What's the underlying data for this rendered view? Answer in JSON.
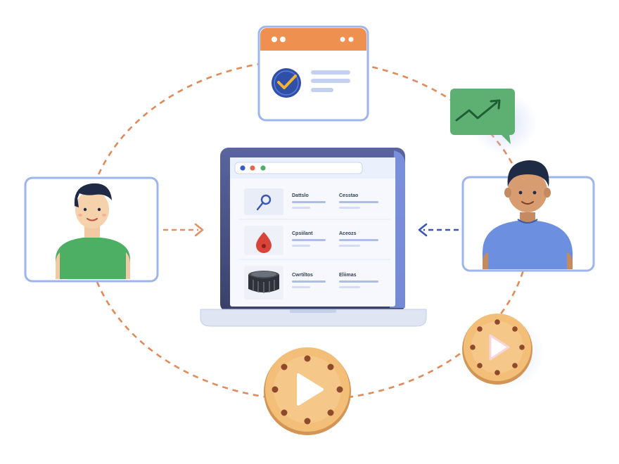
{
  "colors": {
    "cycle_dash": "#e08a5a",
    "frame_blue": "#9db4ec",
    "window_header": "#ee9050",
    "check_badge": "#2f4fa8",
    "check_mark": "#f2b630",
    "chat_green": "#5daf72",
    "laptop_dark": "#454d78",
    "laptop_blue": "#7f98e6",
    "cookie": "#f2be78",
    "left_person_shirt": "#4caf64",
    "right_person_shirt": "#6c8fe0",
    "arrow_in_left": "#e58e62",
    "arrow_in_right": "#3a56b4"
  },
  "nodes": {
    "top_window": {
      "icon": "check-badge-icon",
      "header_dots": 4
    },
    "chat_bubble": {
      "icon": "trend-up-icon"
    },
    "left_user": {
      "icon": "person-green-shirt"
    },
    "right_user": {
      "icon": "person-blue-shirt"
    },
    "cookie_large": {
      "icon": "play-icon"
    },
    "cookie_small": {
      "icon": "play-icon"
    }
  },
  "laptop": {
    "browser_dots": [
      "#3a5cc7",
      "#e0684b",
      "#4caf64"
    ],
    "rows": [
      {
        "icon": "pin-icon",
        "col1": "Dattslo",
        "col2": "Cesstao"
      },
      {
        "icon": "drop-icon",
        "col1": "Cpsiilant",
        "col2": "Aceozs"
      },
      {
        "icon": "grill-icon",
        "col1": "Cwrtiltos",
        "col2": "Eliimas"
      }
    ]
  }
}
